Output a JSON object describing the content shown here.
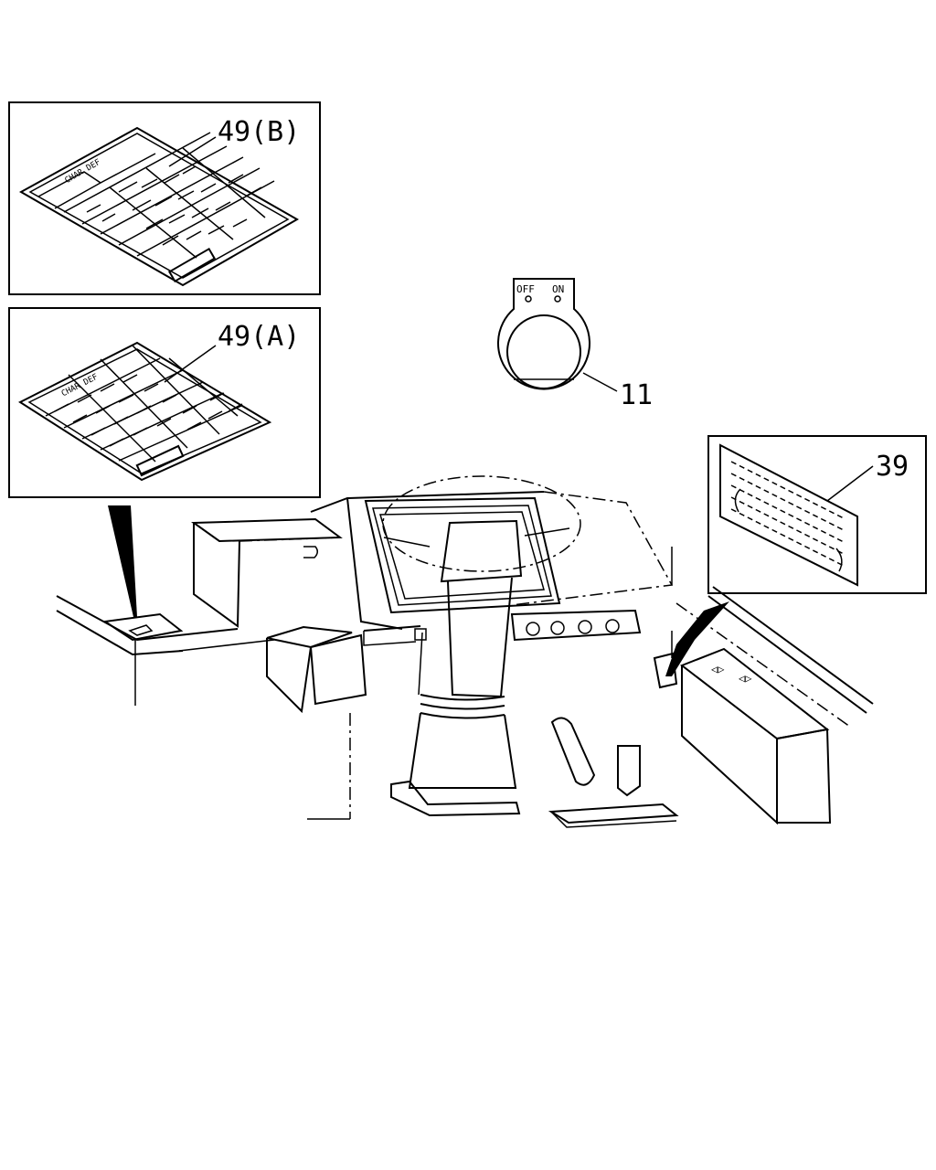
{
  "callouts": {
    "label_49b": "49(B)",
    "label_49a": "49(A)",
    "label_11": "11",
    "label_39": "39"
  },
  "switch_plate": {
    "off": "OFF",
    "on": "ON"
  },
  "colors": {
    "ink": "#000000",
    "paper": "#ffffff"
  }
}
